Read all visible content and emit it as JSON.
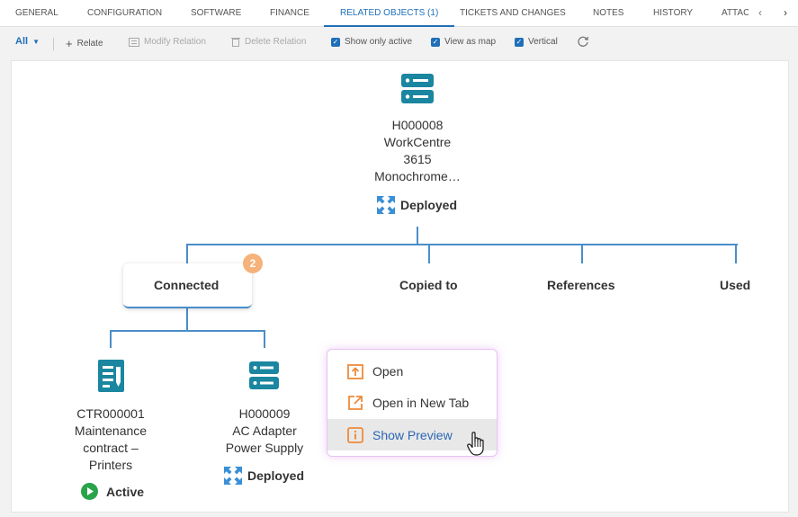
{
  "tabs": [
    {
      "label": "GENERAL"
    },
    {
      "label": "CONFIGURATION"
    },
    {
      "label": "SOFTWARE"
    },
    {
      "label": "FINANCE"
    },
    {
      "label": "RELATED OBJECTS (1)"
    },
    {
      "label": "TICKETS AND CHANGES"
    },
    {
      "label": "NOTES"
    },
    {
      "label": "HISTORY"
    },
    {
      "label": "ATTAC"
    }
  ],
  "toolbar": {
    "filter_label": "All",
    "relate_label": "Relate",
    "modify_label": "Modify Relation",
    "delete_label": "Delete Relation",
    "show_only_active_label": "Show only active",
    "view_as_map_label": "View as map",
    "vertical_label": "Vertical"
  },
  "root": {
    "id": "H000008",
    "name_line1": "WorkCentre",
    "name_line2": "3615",
    "name_line3": "Monochrome…",
    "status": "Deployed"
  },
  "groups": [
    {
      "label": "Connected",
      "count": "2"
    },
    {
      "label": "Copied to"
    },
    {
      "label": "References"
    },
    {
      "label": "Used"
    }
  ],
  "children": [
    {
      "id": "CTR000001",
      "name_line1": "Maintenance",
      "name_line2": "contract –",
      "name_line3": "Printers",
      "status": "Active"
    },
    {
      "id": "H000009",
      "name_line1": "AC Adapter",
      "name_line2": "Power Supply",
      "status": "Deployed"
    }
  ],
  "context_menu": {
    "open": "Open",
    "open_new_tab": "Open in New Tab",
    "show_preview": "Show Preview"
  },
  "colors": {
    "accent": "#1f6fb8",
    "icon_teal": "#1a86a0",
    "connector": "#4a8ec9",
    "badge": "#f5b27a",
    "menu_icon": "#ee8a3a",
    "active_green": "#2aa34a"
  }
}
